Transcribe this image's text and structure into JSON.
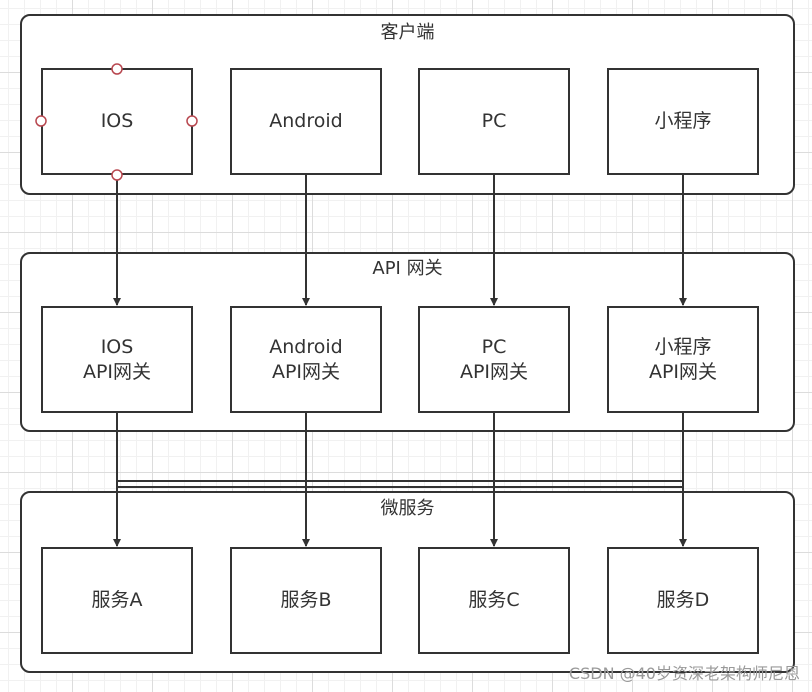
{
  "groups": {
    "client": {
      "label": "客户端",
      "boxes": [
        {
          "line1": "IOS",
          "line2": ""
        },
        {
          "line1": "Android",
          "line2": ""
        },
        {
          "line1": "PC",
          "line2": ""
        },
        {
          "line1": "小程序",
          "line2": ""
        }
      ]
    },
    "gateway": {
      "label": "API 网关",
      "boxes": [
        {
          "line1": "IOS",
          "line2": "API网关"
        },
        {
          "line1": "Android",
          "line2": "API网关"
        },
        {
          "line1": "PC",
          "line2": "API网关"
        },
        {
          "line1": "小程序",
          "line2": "API网关"
        }
      ]
    },
    "services": {
      "label": "微服务",
      "boxes": [
        {
          "line1": "服务A",
          "line2": ""
        },
        {
          "line1": "服务B",
          "line2": ""
        },
        {
          "line1": "服务C",
          "line2": ""
        },
        {
          "line1": "服务D",
          "line2": ""
        }
      ]
    }
  },
  "watermark": "CSDN @40岁资深老架构师尼恩",
  "colors": {
    "stroke": "#333333",
    "selection_handle": "#b8474f"
  }
}
